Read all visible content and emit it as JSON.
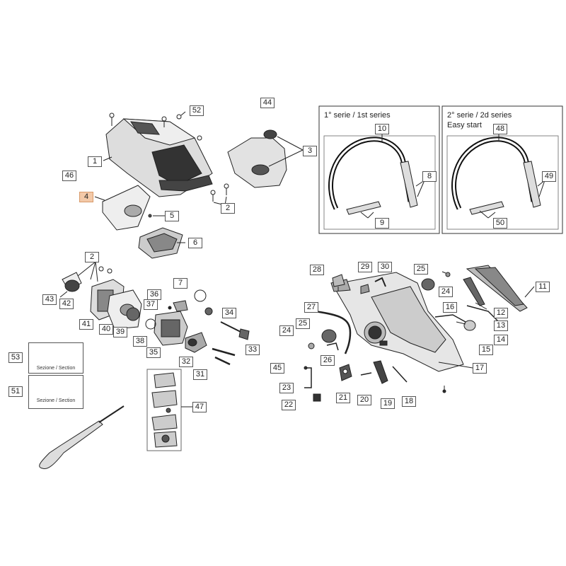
{
  "series": {
    "first": {
      "line1": "1° serie / 1st series"
    },
    "second": {
      "line1": "2° serie / 2d series",
      "line2": "Easy start"
    }
  },
  "section_caption": "Sezione / Section",
  "highlight_color": "#f3c9a8",
  "labels": {
    "l1": "1",
    "l2a": "2",
    "l2b": "2",
    "l3": "3",
    "l4": "4",
    "l5": "5",
    "l6": "6",
    "l7": "7",
    "l8": "8",
    "l9": "9",
    "l10": "10",
    "l11": "11",
    "l12": "12",
    "l13": "13",
    "l14": "14",
    "l15": "15",
    "l16": "16",
    "l17": "17",
    "l18": "18",
    "l19": "19",
    "l20": "20",
    "l21": "21",
    "l22": "22",
    "l23": "23",
    "l24a": "24",
    "l24b": "24",
    "l25a": "25",
    "l25b": "25",
    "l26": "26",
    "l27": "27",
    "l28": "28",
    "l29": "29",
    "l30": "30",
    "l31": "31",
    "l32": "32",
    "l33": "33",
    "l34": "34",
    "l35": "35",
    "l36": "36",
    "l37": "37",
    "l38": "38",
    "l39": "39",
    "l40": "40",
    "l41": "41",
    "l42": "42",
    "l43": "43",
    "l44": "44",
    "l45": "45",
    "l46": "46",
    "l47": "47",
    "l48": "48",
    "l49": "49",
    "l50": "50",
    "l51": "51",
    "l52": "52",
    "l53": "53"
  }
}
